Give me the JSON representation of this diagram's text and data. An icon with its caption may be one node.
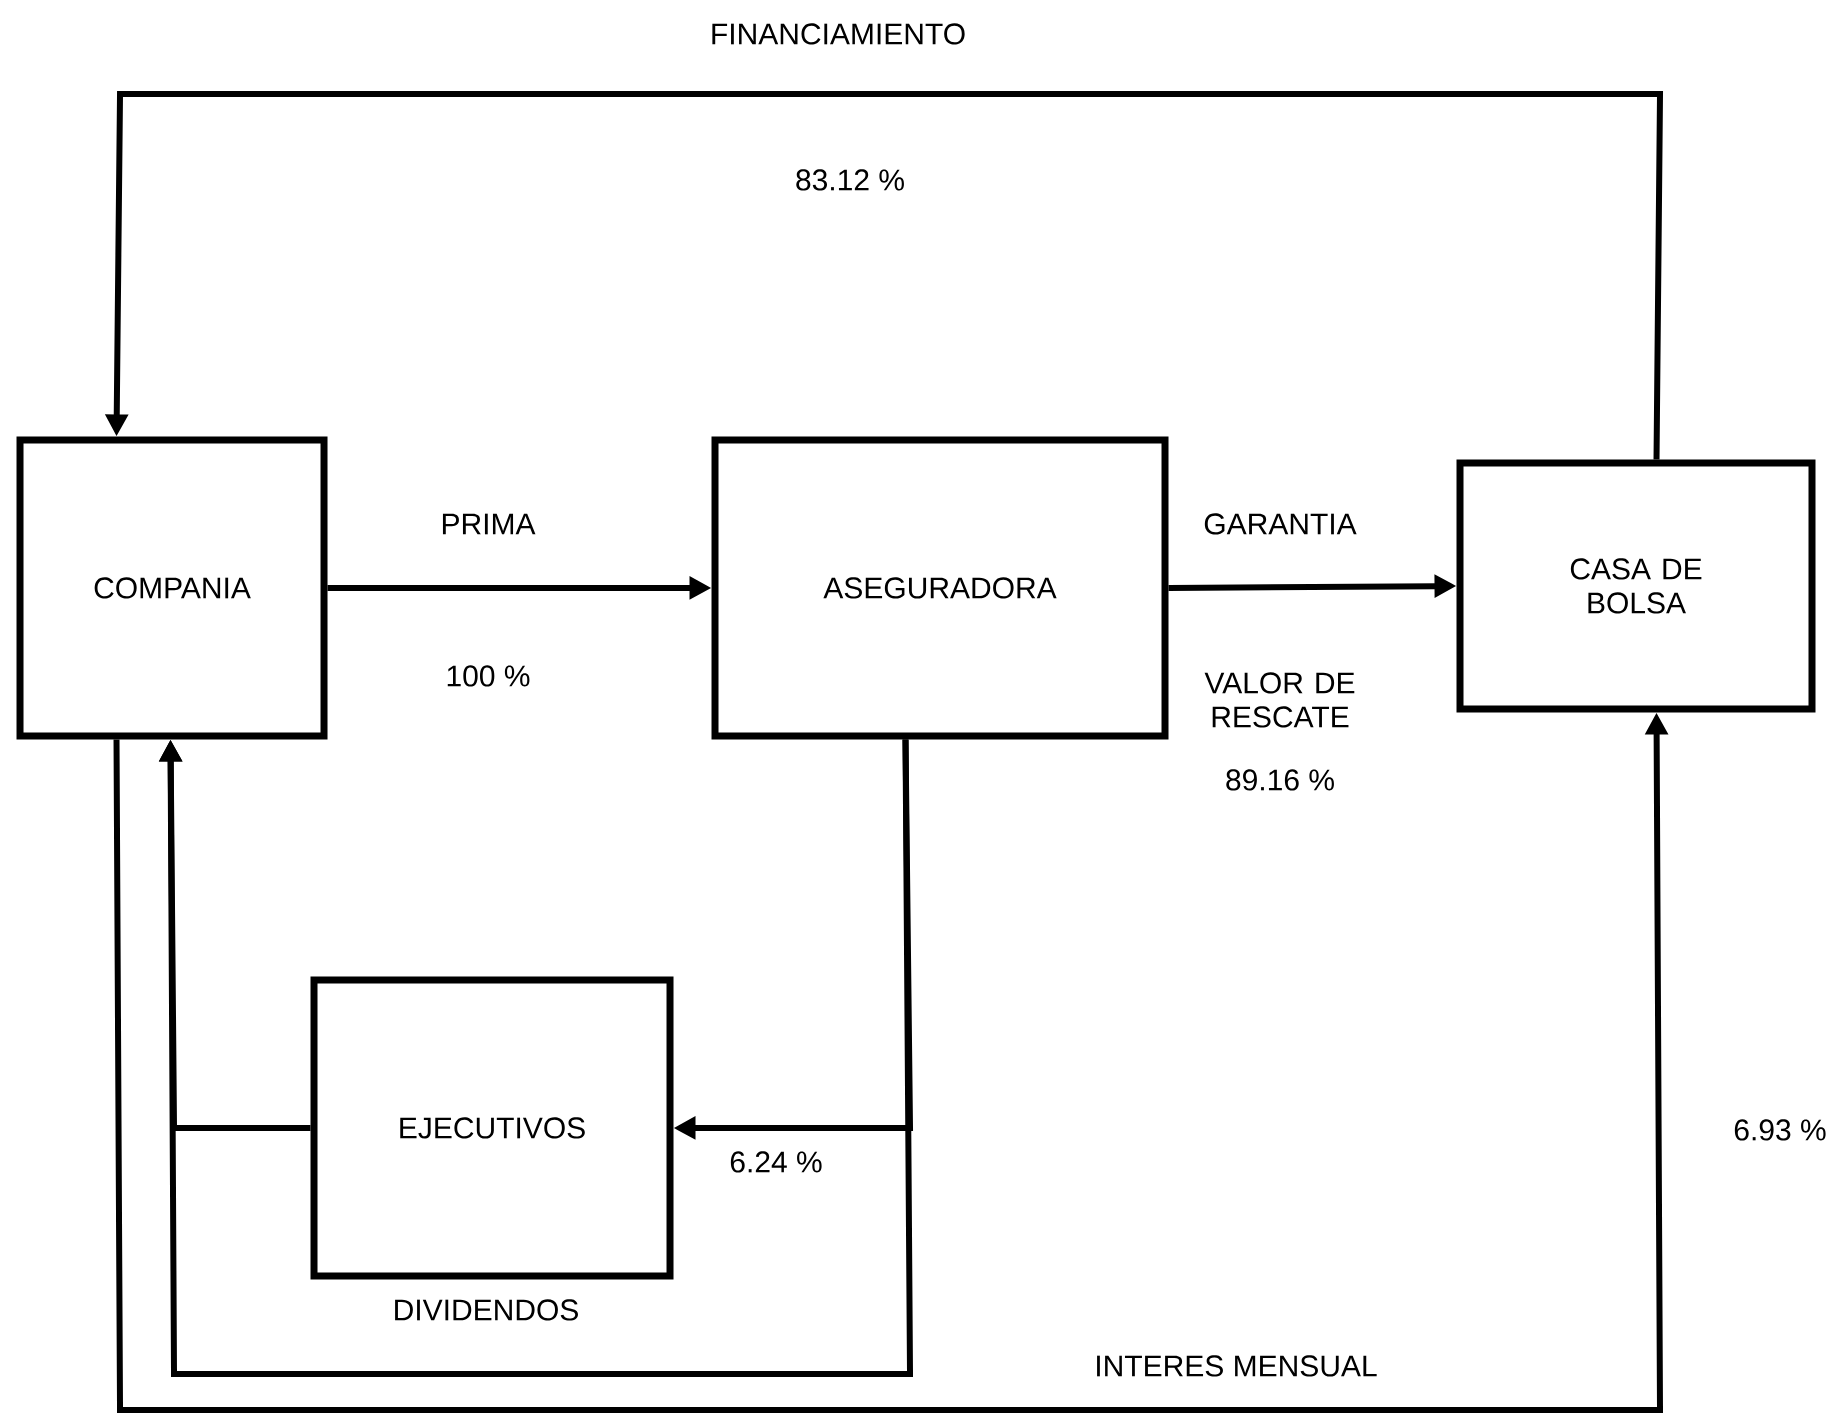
{
  "diagram": {
    "nodes": [
      {
        "text": [
          "COMPANIA"
        ]
      },
      {
        "text": [
          "ASEGURADORA"
        ]
      },
      {
        "text": [
          "CASA DE BOLSA"
        ]
      },
      {
        "text": [
          "EJECUTIVOS"
        ]
      }
    ],
    "edges": [
      {
        "from": 2,
        "to": 0,
        "arrow": "to"
      },
      {
        "from": 0,
        "to": 1,
        "arrow": "to"
      },
      {
        "from": 1,
        "to": 2,
        "arrow": "to"
      },
      {
        "from": 1,
        "to": 3,
        "arrow": "to"
      },
      {
        "from": 1,
        "to": 0,
        "arrow": "to"
      },
      {
        "from": 3,
        "to": 0,
        "arrow": "to"
      },
      {
        "from": 0,
        "to": 2,
        "arrow": "to"
      }
    ],
    "labels": [
      "FINANCIAMIENTO",
      "83.12 %",
      "PRIMA",
      "GARANTIA",
      "100 %",
      "VALOR DE RESCATE",
      "89.16 %",
      "6.24 %",
      "6.93 %",
      "DIVIDENDOS",
      "INTERES MENSUAL"
    ]
  }
}
